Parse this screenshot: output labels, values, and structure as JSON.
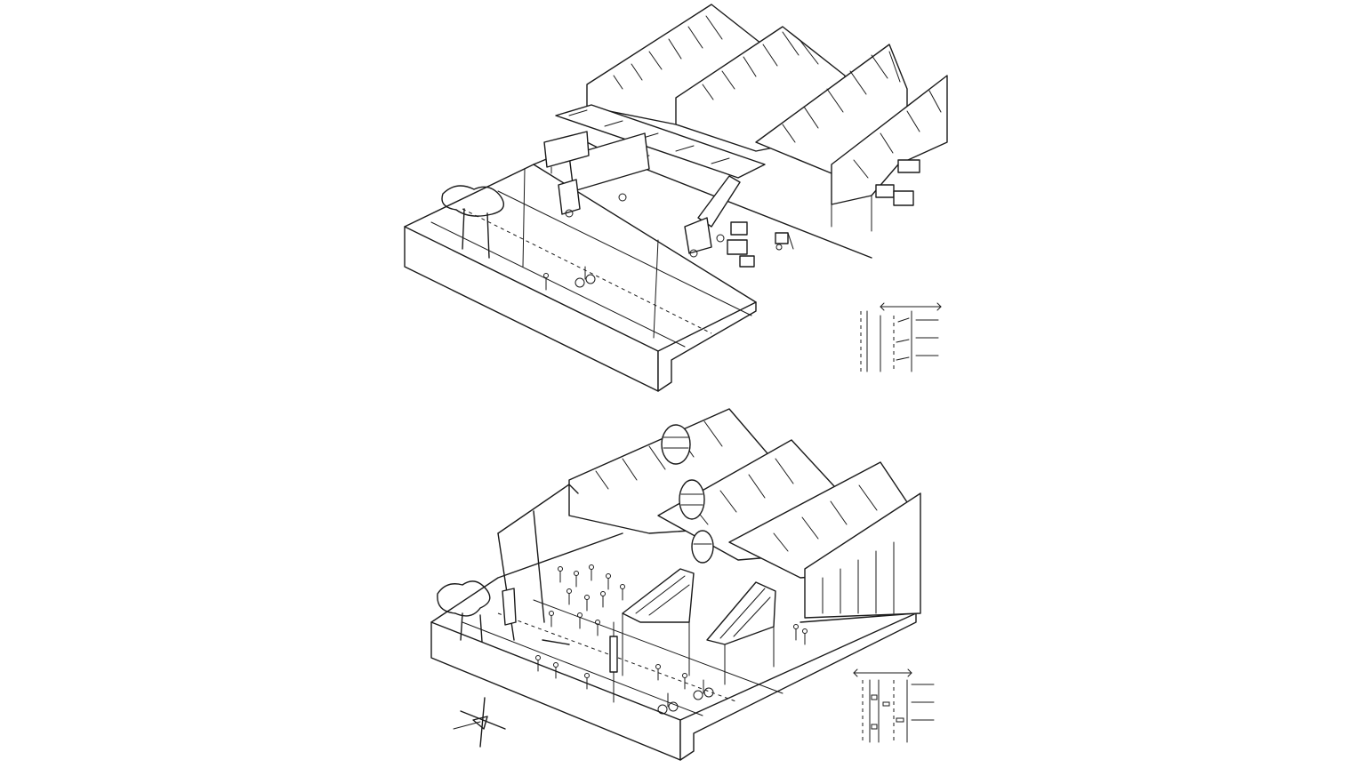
{
  "drawing": {
    "style": "hand-drawn isometric line sketch",
    "ink_color": "#1a1a1a",
    "background_color": "#ffffff",
    "panels": [
      {
        "id": "top",
        "icons": [
          "sawtooth-roof-warehouse-icon",
          "truck-icon",
          "tree-icon",
          "forklift-icon",
          "crate-icon",
          "cyclist-icon",
          "street-section-icon"
        ]
      },
      {
        "id": "bottom",
        "icons": [
          "sawtooth-roof-hall-icon",
          "market-stall-icon",
          "crowd-icon",
          "lantern-icon",
          "tree-icon",
          "cyclist-icon",
          "street-section-icon",
          "north-arrow-icon"
        ]
      }
    ]
  }
}
